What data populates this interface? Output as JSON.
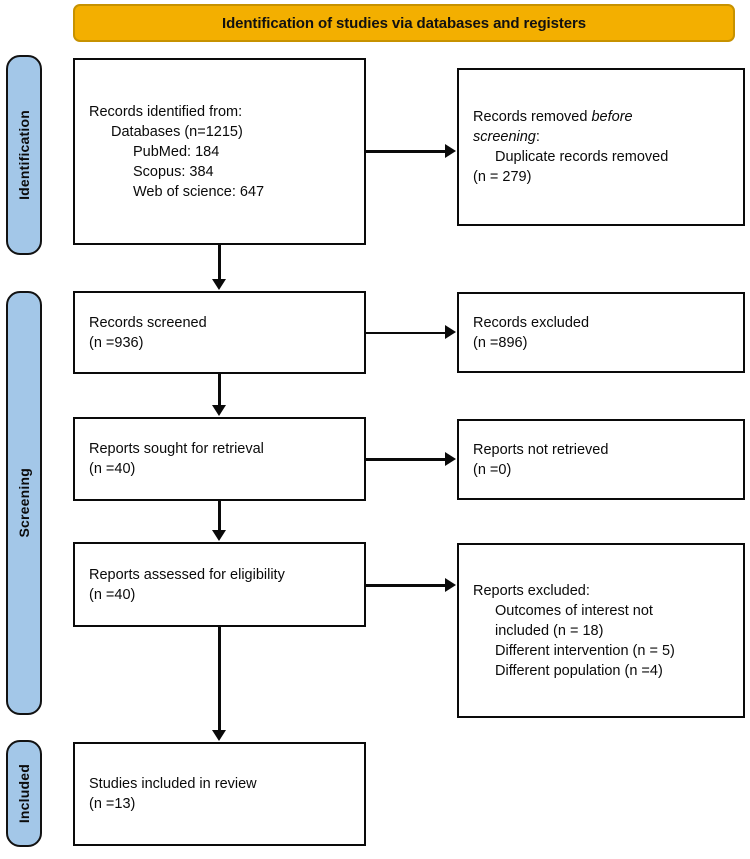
{
  "banner": {
    "title": "Identification of studies via databases and registers"
  },
  "stages": [
    {
      "id": "identification",
      "label": "Identification"
    },
    {
      "id": "screening",
      "label": "Screening"
    },
    {
      "id": "included",
      "label": "Included"
    }
  ],
  "boxes": {
    "records_identified": {
      "line1": "Records identified from:",
      "line2": "Databases (n=1215)",
      "line3": "PubMed: 184",
      "line4": "Scopus: 384",
      "line5": "Web of science: 647"
    },
    "records_removed": {
      "line1a": "Records removed ",
      "line1b": "before",
      "line2a": "screening",
      "line2b": ":",
      "line3": "Duplicate records removed",
      "line4": "(n = 279)"
    },
    "records_screened": {
      "line1": "Records screened",
      "line2": "(n =936)"
    },
    "records_excluded": {
      "line1": "Records excluded",
      "line2": "(n =896)"
    },
    "reports_sought": {
      "line1": "Reports sought for retrieval",
      "line2": "(n =40)"
    },
    "reports_not_retrieved": {
      "line1": "Reports not retrieved",
      "line2": "(n =0)"
    },
    "reports_assessed": {
      "line1": "Reports assessed for eligibility",
      "line2": "(n =40)"
    },
    "reports_excluded": {
      "line1": "Reports excluded:",
      "line2": "Outcomes of interest not",
      "line3": "included (n = 18)",
      "line4": "Different intervention (n = 5)",
      "line5": "Different population (n =4)"
    },
    "studies_included": {
      "line1": "Studies included in review",
      "line2": "(n =13)"
    }
  },
  "colors": {
    "banner_fill": "#F3AF00",
    "banner_border": "#C79200",
    "stage_fill": "#A3C7E8",
    "line": "#0a0a0a",
    "box_fill": "#ffffff"
  },
  "chart_data": {
    "type": "diagram",
    "title": "Identification of studies via databases and registers",
    "nodes": [
      {
        "id": "records_identified",
        "stage": "Identification",
        "column": "left",
        "total": 1215,
        "breakdown": {
          "PubMed": 184,
          "Scopus": 384,
          "Web of science": 647
        }
      },
      {
        "id": "records_removed",
        "stage": "Identification",
        "column": "right",
        "duplicates_removed": 279
      },
      {
        "id": "records_screened",
        "stage": "Screening",
        "column": "left",
        "n": 936
      },
      {
        "id": "records_excluded",
        "stage": "Screening",
        "column": "right",
        "n": 896
      },
      {
        "id": "reports_sought",
        "stage": "Screening",
        "column": "left",
        "n": 40
      },
      {
        "id": "reports_not_retrieved",
        "stage": "Screening",
        "column": "right",
        "n": 0
      },
      {
        "id": "reports_assessed",
        "stage": "Screening",
        "column": "left",
        "n": 40
      },
      {
        "id": "reports_excluded",
        "stage": "Screening",
        "column": "right",
        "reasons": {
          "Outcomes of interest not included": 18,
          "Different intervention": 5,
          "Different population": 4
        }
      },
      {
        "id": "studies_included",
        "stage": "Included",
        "column": "left",
        "n": 13
      }
    ],
    "edges": [
      {
        "from": "records_identified",
        "to": "records_removed",
        "direction": "right"
      },
      {
        "from": "records_identified",
        "to": "records_screened",
        "direction": "down"
      },
      {
        "from": "records_screened",
        "to": "records_excluded",
        "direction": "right"
      },
      {
        "from": "records_screened",
        "to": "reports_sought",
        "direction": "down"
      },
      {
        "from": "reports_sought",
        "to": "reports_not_retrieved",
        "direction": "right"
      },
      {
        "from": "reports_sought",
        "to": "reports_assessed",
        "direction": "down"
      },
      {
        "from": "reports_assessed",
        "to": "reports_excluded",
        "direction": "right"
      },
      {
        "from": "reports_assessed",
        "to": "studies_included",
        "direction": "down"
      }
    ]
  }
}
